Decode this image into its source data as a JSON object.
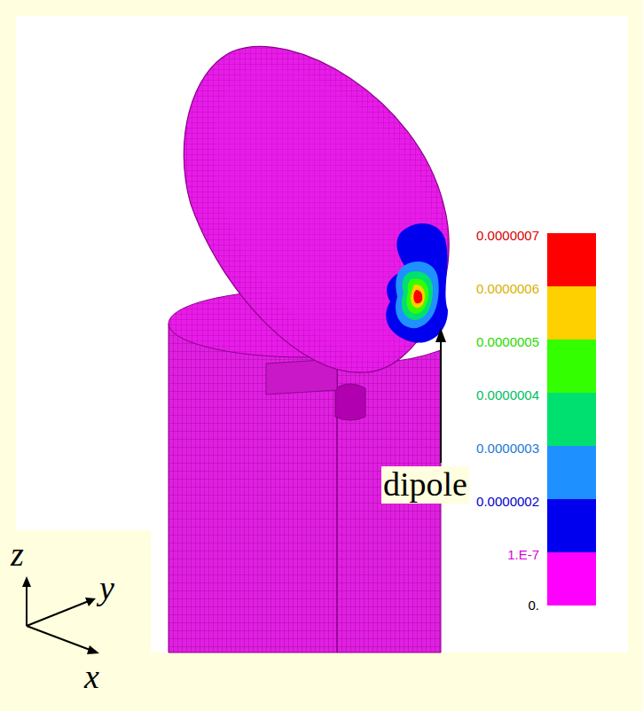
{
  "diagram": {
    "labels": [
      "dipole",
      "z",
      "y",
      "x",
      "0."
    ],
    "legend": [
      {
        "text": "0.0000007",
        "color": "#ff0000"
      },
      {
        "text": "0.0000006",
        "color": "#ffd000"
      },
      {
        "text": "0.0000005",
        "color": "#33ff00"
      },
      {
        "text": "0.0000004",
        "color": "#00e070"
      },
      {
        "text": "0.0000003",
        "color": "#1e90ff"
      },
      {
        "text": "0.0000002",
        "color": "#0000ee"
      },
      {
        "text": "1.E-7",
        "color": "#ff00ff"
      }
    ]
  }
}
